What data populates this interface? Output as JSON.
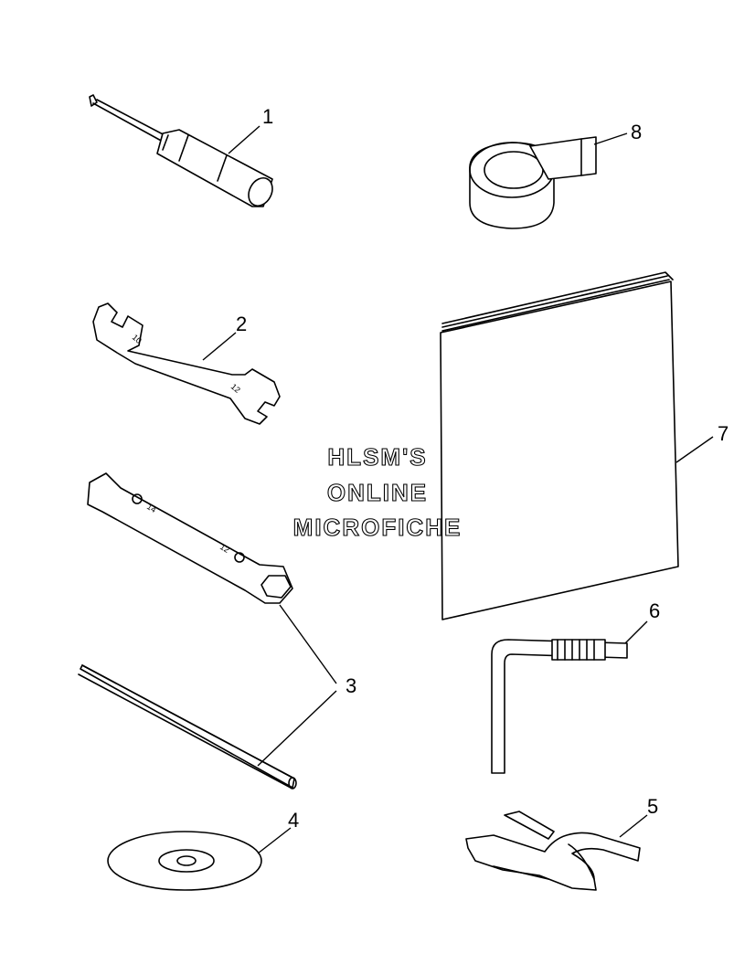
{
  "watermark": {
    "line1": "HLSM'S",
    "line2": "ONLINE",
    "line3": "MICROFICHE"
  },
  "callouts": {
    "c1": "1",
    "c2": "2",
    "c3": "3",
    "c4": "4",
    "c5": "5",
    "c6": "6",
    "c7": "7",
    "c8": "8"
  },
  "wrench_markings": {
    "open_end_small": "10",
    "open_end_large": "12",
    "box_end_large": "14",
    "box_end_small": "12"
  }
}
